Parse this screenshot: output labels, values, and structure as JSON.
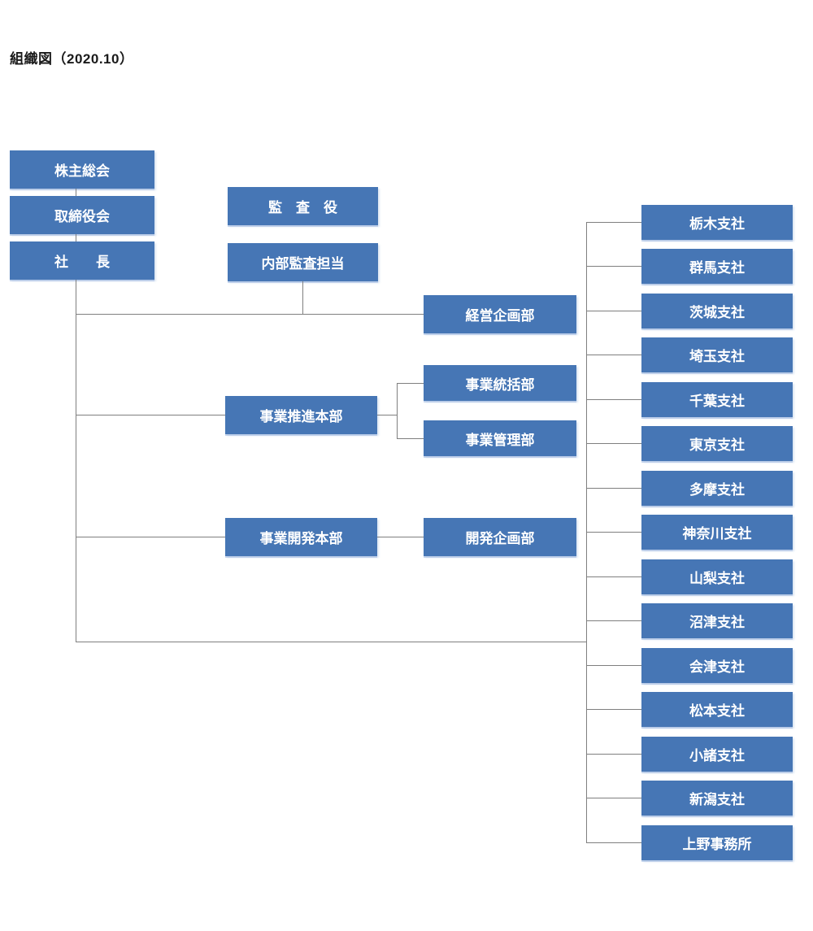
{
  "title": "組織図（2020.10）",
  "colors": {
    "box_fill": "#4676B5",
    "box_text": "#FFFFFF",
    "connector": "#7F7F7F",
    "title_text": "#1A1A1A"
  },
  "governance": {
    "shareholders": "株主総会",
    "board": "取締役会",
    "president": "社　　長"
  },
  "audit": {
    "auditor": "監　査　役",
    "internal_audit": "内部監査担当"
  },
  "hq": {
    "corporate_planning": "経営企画部",
    "business_promotion_hq": "事業推進本部",
    "business_general_dept": "事業統括部",
    "business_management_dept": "事業管理部",
    "business_development_hq": "事業開発本部",
    "development_planning_dept": "開発企画部"
  },
  "branches": [
    "栃木支社",
    "群馬支社",
    "茨城支社",
    "埼玉支社",
    "千葉支社",
    "東京支社",
    "多摩支社",
    "神奈川支社",
    "山梨支社",
    "沼津支社",
    "会津支社",
    "松本支社",
    "小諸支社",
    "新潟支社",
    "上野事務所"
  ]
}
